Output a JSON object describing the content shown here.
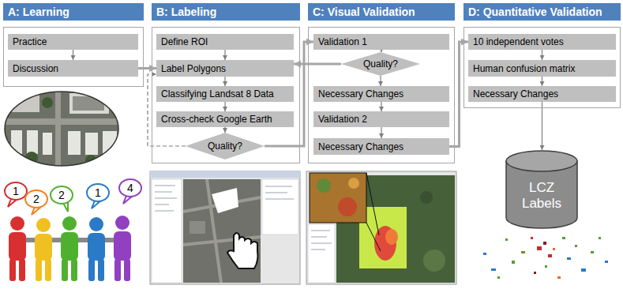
{
  "diagram": {
    "nodes": [
      {
        "text": [
          "A: Learning"
        ]
      },
      {
        "text": [
          "Practice"
        ],
        "in": 0
      },
      {
        "text": [
          "Discussion"
        ],
        "in": 0
      },
      {
        "text": [
          "B: Labeling"
        ]
      },
      {
        "text": [
          "Define ROI"
        ],
        "in": 3
      },
      {
        "text": [
          "Label Polygons"
        ],
        "in": 3
      },
      {
        "text": [
          "Classifying Landsat 8 Data"
        ],
        "in": 3
      },
      {
        "text": [
          "Cross-check Google Earth"
        ],
        "in": 3
      },
      {
        "text": [
          "Quality?"
        ],
        "in": 3
      },
      {
        "text": [
          "C: Visual Validation"
        ]
      },
      {
        "text": [
          "Validation 1"
        ],
        "in": 9
      },
      {
        "text": [
          "Quality?"
        ],
        "in": 9
      },
      {
        "text": [
          "Necessary Changes"
        ],
        "in": 9
      },
      {
        "text": [
          "Validation 2"
        ],
        "in": 9
      },
      {
        "text": [
          "Necessary Changes"
        ],
        "in": 9
      },
      {
        "text": [
          "D: Quantitative Validation"
        ]
      },
      {
        "text": [
          "10 independent votes"
        ],
        "in": 15
      },
      {
        "text": [
          "Human confusion matrix"
        ],
        "in": 15
      },
      {
        "text": [
          "Necessary Changes"
        ],
        "in": 15
      },
      {
        "text": [
          "LCZ Labels"
        ]
      }
    ],
    "edges": [
      {
        "from": 1,
        "to": 2,
        "arrow": "to"
      },
      {
        "from": 2,
        "to": 5,
        "arrow": "to"
      },
      {
        "from": 4,
        "to": 5,
        "arrow": "to"
      },
      {
        "from": 5,
        "to": 6,
        "arrow": "to"
      },
      {
        "from": 6,
        "to": 7,
        "arrow": "to"
      },
      {
        "from": 7,
        "to": 8,
        "arrow": "to"
      },
      {
        "from": 8,
        "to": 5,
        "arrow": "to"
      },
      {
        "from": 8,
        "to": 10,
        "arrow": "to"
      },
      {
        "from": 10,
        "to": 11,
        "arrow": "to"
      },
      {
        "from": 11,
        "to": 5,
        "arrow": "to"
      },
      {
        "from": 11,
        "to": 12,
        "arrow": "to"
      },
      {
        "from": 12,
        "to": 13,
        "arrow": "to"
      },
      {
        "from": 13,
        "to": 14,
        "arrow": "to"
      },
      {
        "from": 14,
        "to": 16,
        "arrow": "to"
      },
      {
        "from": 16,
        "to": 17,
        "arrow": "to"
      },
      {
        "from": 17,
        "to": 18,
        "arrow": "to"
      },
      {
        "from": 18,
        "to": 19,
        "arrow": "to"
      }
    ],
    "labels": [
      "1",
      "2",
      "2",
      "1",
      "4"
    ]
  }
}
